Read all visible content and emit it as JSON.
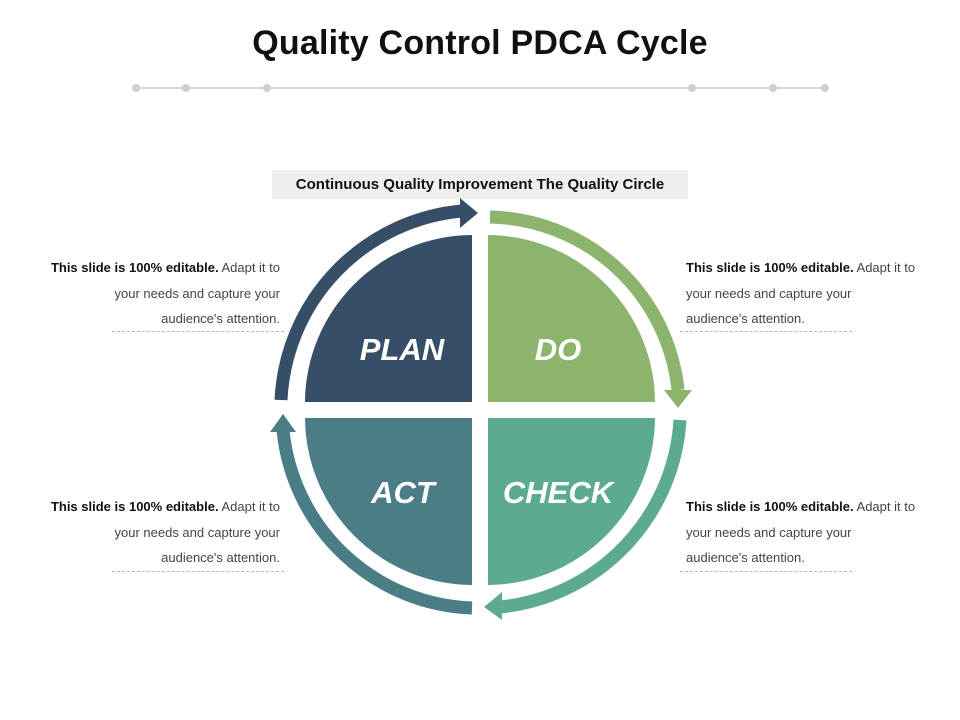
{
  "title": "Quality Control PDCA Cycle",
  "subtitle": "Continuous Quality Improvement The Quality Circle",
  "quadrants": [
    {
      "label": "PLAN",
      "color": "#374f66"
    },
    {
      "label": "DO",
      "color": "#8db46d"
    },
    {
      "label": "CHECK",
      "color": "#5daa93"
    },
    {
      "label": "ACT",
      "color": "#4a7d86"
    }
  ],
  "notes": {
    "top_left": {
      "bold": "This slide is 100% editable.",
      "text": " Adapt it to your needs and capture your audience's attention."
    },
    "top_right": {
      "bold": "This slide is 100% editable.",
      "text": " Adapt it to your needs and capture your audience's attention."
    },
    "bottom_left": {
      "bold": "This slide is 100% editable.",
      "text": " Adapt it to your needs and capture your audience's attention."
    },
    "bottom_right": {
      "bold": "This slide is 100% editable.",
      "text": " Adapt it to your needs and capture your audience's attention."
    }
  },
  "colors": {
    "plan_arrow": "#374f66",
    "do_arrow": "#8db46d",
    "check_arrow": "#5daa93",
    "act_arrow": "#4a7d86",
    "decor_line": "#d6d6d6"
  }
}
